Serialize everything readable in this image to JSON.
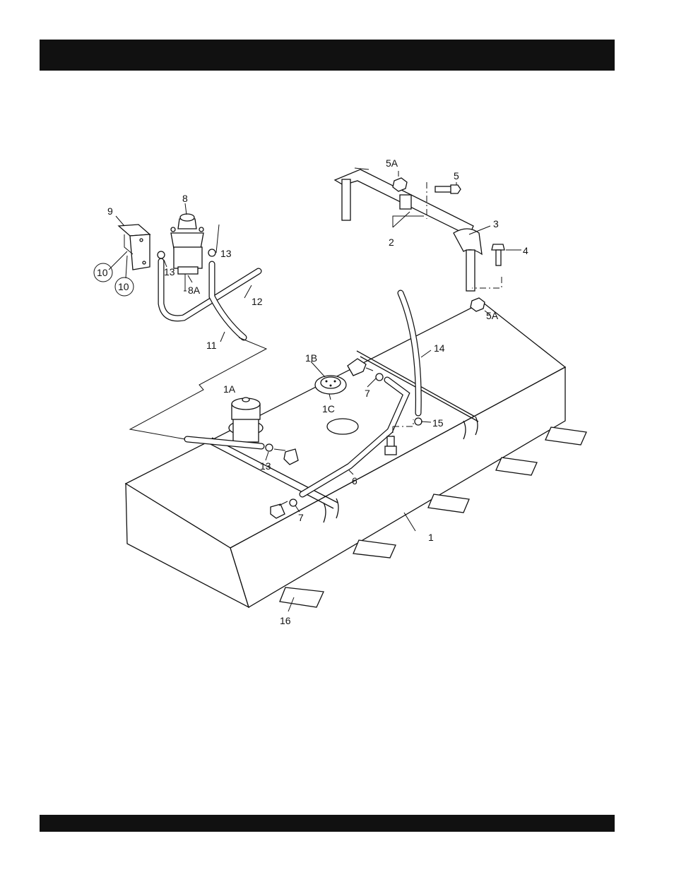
{
  "header_bar": {
    "text": ""
  },
  "footer_bar": {
    "text": ""
  },
  "diagram": {
    "callouts": [
      {
        "id": "c-1",
        "text": "1"
      },
      {
        "id": "c-1a",
        "text": "1A"
      },
      {
        "id": "c-1b",
        "text": "1B"
      },
      {
        "id": "c-1c",
        "text": "1C"
      },
      {
        "id": "c-2",
        "text": "2"
      },
      {
        "id": "c-3",
        "text": "3"
      },
      {
        "id": "c-4",
        "text": "4"
      },
      {
        "id": "c-5",
        "text": "5"
      },
      {
        "id": "c-5a-top",
        "text": "5A"
      },
      {
        "id": "c-5a-bot",
        "text": "5A"
      },
      {
        "id": "c-6",
        "text": "6"
      },
      {
        "id": "c-7-top",
        "text": "7"
      },
      {
        "id": "c-7-bot",
        "text": "7"
      },
      {
        "id": "c-8",
        "text": "8"
      },
      {
        "id": "c-8a",
        "text": "8A"
      },
      {
        "id": "c-9",
        "text": "9"
      },
      {
        "id": "c-10-a",
        "text": "10"
      },
      {
        "id": "c-10-b",
        "text": "10"
      },
      {
        "id": "c-11",
        "text": "11"
      },
      {
        "id": "c-12",
        "text": "12"
      },
      {
        "id": "c-13-a",
        "text": "13"
      },
      {
        "id": "c-13-b",
        "text": "13"
      },
      {
        "id": "c-13-c",
        "text": "13"
      },
      {
        "id": "c-14",
        "text": "14"
      },
      {
        "id": "c-15",
        "text": "15"
      },
      {
        "id": "c-16",
        "text": "16"
      }
    ]
  }
}
